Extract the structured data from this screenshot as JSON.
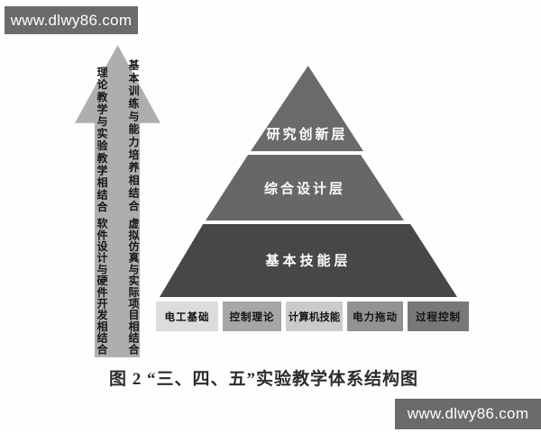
{
  "watermark_top": {
    "text": "www.dlwy86.com",
    "bg": "#6b6b6b"
  },
  "watermark_bottom": {
    "text": "www.dlwy86.com",
    "bg": "#6b6b6b"
  },
  "arrow": {
    "color": "#aeaeae",
    "text_top_right": "基本训练与能力培养相结合",
    "text_top_left": "理论教学与实验教学相结合",
    "text_bottom_right": "虚拟仿真与实际项目相结合",
    "text_bottom_left": "软件设计与硬件开发相结合"
  },
  "pyramid": {
    "layers": [
      {
        "label": "研究创新层",
        "color": "#6a6a6a"
      },
      {
        "label": "综合设计层",
        "color": "#676767"
      },
      {
        "label": "基本技能层",
        "color": "#474747"
      }
    ]
  },
  "course_boxes": [
    {
      "label": "电工基础",
      "color": "#dcdcdc"
    },
    {
      "label": "控制理论",
      "color": "#a6a6a6"
    },
    {
      "label": "计算机技能",
      "color": "#cbcbcb"
    },
    {
      "label": "电力拖动",
      "color": "#929292"
    },
    {
      "label": "过程控制",
      "color": "#787878"
    }
  ],
  "caption": {
    "text": "图 2 “三、四、五”实验教学体系结构图"
  }
}
